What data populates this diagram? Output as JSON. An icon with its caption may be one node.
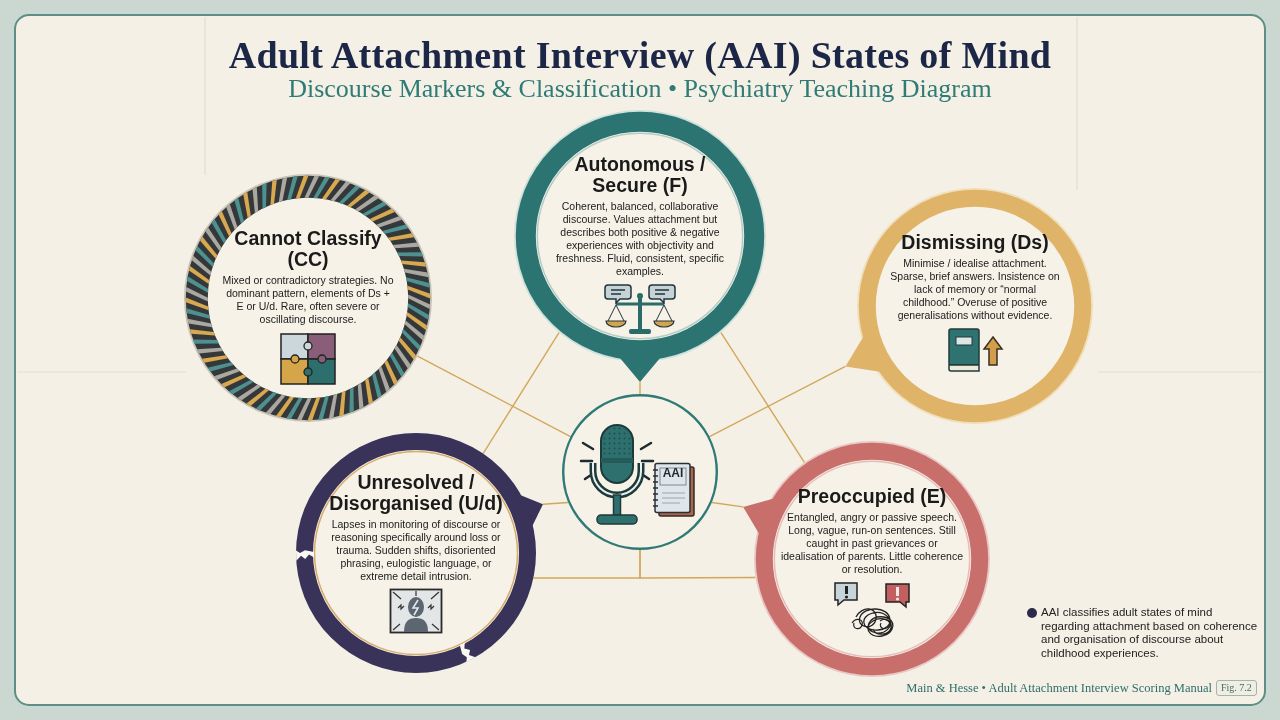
{
  "diagram": {
    "title": "Adult Attachment Interview (AAI) States of Mind",
    "nodes": [
      {
        "text": [
          "Autonomous / Secure (F)",
          "Coherent, balanced, collaborative discourse. Values attachment but describes both positive & negative experiences with objectivity and freshness. Fluid, consistent, specific examples."
        ]
      },
      {
        "text": [
          "Cannot Classify (CC)",
          "Mixed or contradictory strategies. No dominant pattern, elements of Ds + E or U/d. Rare, often severe or oscillating discourse."
        ]
      },
      {
        "text": [
          "Dismissing (Ds)",
          "Minimise / idealise attachment. Sparse, brief answers. Insistence on lack of memory or “normal childhood.” Overuse of positive generalisations without evidence."
        ]
      },
      {
        "text": [
          "AAI"
        ]
      },
      {
        "text": [
          "Unresolved / Disorganised (U/d)",
          "Lapses in monitoring of discourse or reasoning specifically around loss or trauma. Sudden shifts, disoriented phrasing, eulogistic language, or extreme detail intrusion."
        ]
      },
      {
        "text": [
          "Preoccupied (E)",
          "Entangled, angry or passive speech. Long, vague, run-on sentences. Still caught in past grievances or idealisation of parents. Little coherence or resolution."
        ]
      }
    ],
    "edges": [
      {
        "from": 3,
        "to": 0,
        "arrow": "none"
      },
      {
        "from": 0,
        "to": 4,
        "arrow": "none"
      },
      {
        "from": 0,
        "to": 5,
        "arrow": "none"
      },
      {
        "from": 1,
        "to": 3,
        "arrow": "none"
      },
      {
        "from": 2,
        "to": 3,
        "arrow": "none"
      },
      {
        "from": 3,
        "to": 4,
        "arrow": "none"
      },
      {
        "from": 3,
        "to": 5,
        "arrow": "none"
      },
      {
        "from": 3,
        "to": 4,
        "arrow": "none"
      },
      {
        "from": 3,
        "to": 5,
        "arrow": "none"
      }
    ],
    "labels": [
      "Discourse Markers & Classification • Psychiatry Teaching Diagram",
      "AAI classifies adult states of mind regarding attachment based on coherence and organisation of discourse about childhood experiences.",
      "Main & Hesse • Adult Attachment Interview Scoring Manual",
      "Fig. 7.2"
    ]
  }
}
